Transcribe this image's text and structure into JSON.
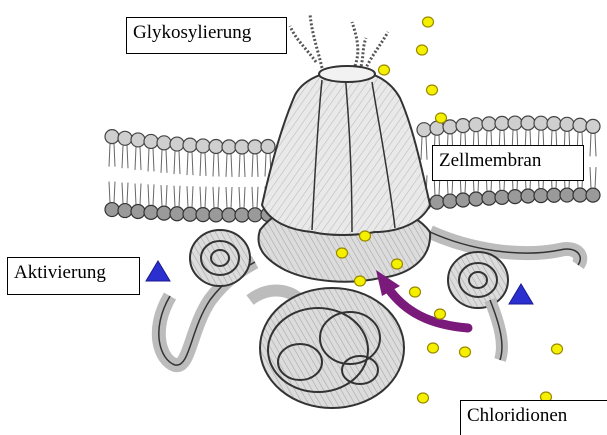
{
  "labels": {
    "glycosylation": "Glykosylierung",
    "membrane": "Zellmembran",
    "activation": "Aktivierung",
    "chloride_ions": "Chloridionen"
  },
  "colors": {
    "ion_fill": "#f5f000",
    "ion_stroke": "#9a8a00",
    "activation_marker": "#2b2fd0",
    "arrow": "#7a1a7a",
    "protein_fill": "#e6e6e6",
    "outline": "#333333"
  },
  "icons": {
    "ion": "yellow-dot",
    "activation_marker": "blue-triangle",
    "flow_arrow": "curved-purple-arrow"
  }
}
